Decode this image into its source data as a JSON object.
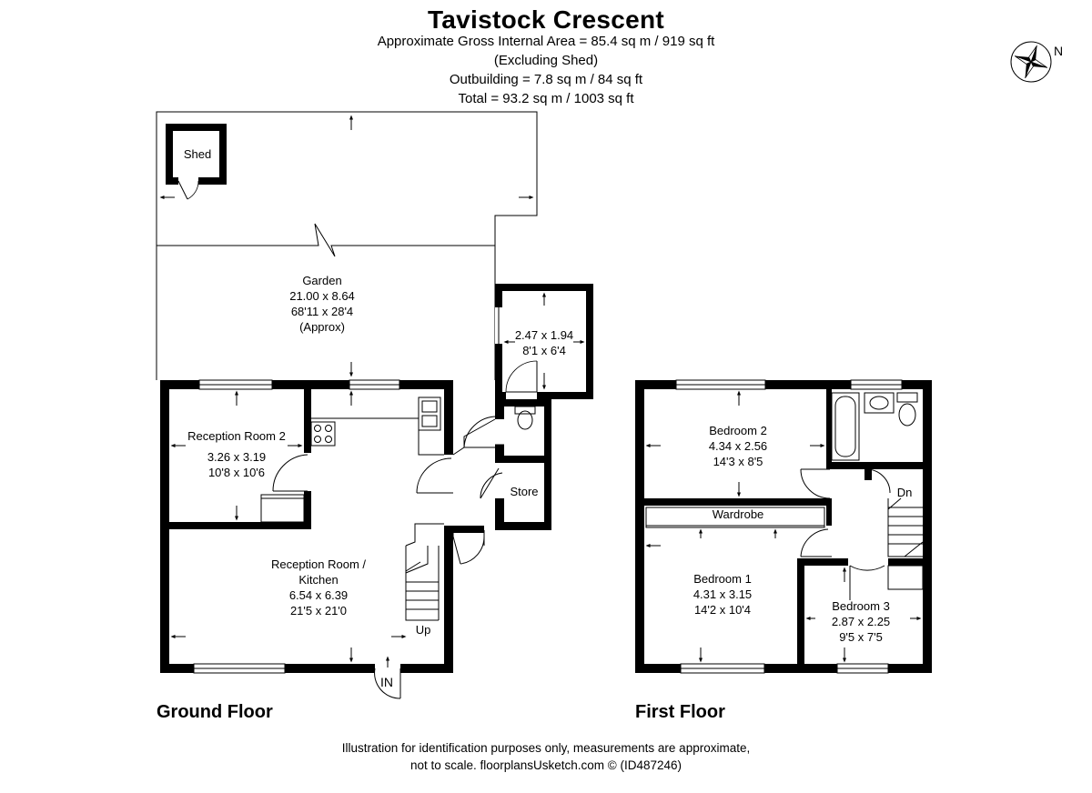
{
  "header": {
    "title": "Tavistock Crescent",
    "gross_area": "Approximate Gross Internal Area = 85.4 sq m / 919 sq ft",
    "excluding": "(Excluding Shed)",
    "outbuilding": "Outbuilding = 7.8 sq m / 84 sq ft",
    "total": "Total = 93.2 sq m / 1003 sq ft"
  },
  "compass": {
    "label": "N"
  },
  "ground_floor": {
    "label": "Ground Floor",
    "shed": "Shed",
    "garden": {
      "name": "Garden",
      "metric": "21.00 x 8.64",
      "imperial": "68'11 x 28'4",
      "note": "(Approx)"
    },
    "outbuilding_room": {
      "metric": "2.47 x 1.94",
      "imperial": "8'1 x 6'4"
    },
    "store": "Store",
    "reception2": {
      "name": "Reception Room 2",
      "metric": "3.26 x 3.19",
      "imperial": "10'8 x 10'6"
    },
    "kitchen": {
      "name_line1": "Reception Room /",
      "name_line2": "Kitchen",
      "metric": "6.54 x 6.39",
      "imperial": "21'5 x 21'0"
    },
    "stairs_up": "Up",
    "entrance": "IN"
  },
  "first_floor": {
    "label": "First Floor",
    "bedroom2": {
      "name": "Bedroom 2",
      "metric": "4.34 x 2.56",
      "imperial": "14'3 x 8'5"
    },
    "wardrobe": "Wardrobe",
    "bedroom1": {
      "name": "Bedroom 1",
      "metric": "4.31 x 3.15",
      "imperial": "14'2 x 10'4"
    },
    "bedroom3": {
      "name": "Bedroom 3",
      "metric": "2.87 x 2.25",
      "imperial": "9'5 x 7'5"
    },
    "stairs_down": "Dn"
  },
  "footer": {
    "line1": "Illustration for identification purposes only, measurements are approximate,",
    "line2": "not to scale. floorplansUsketch.com © (ID487246)"
  }
}
